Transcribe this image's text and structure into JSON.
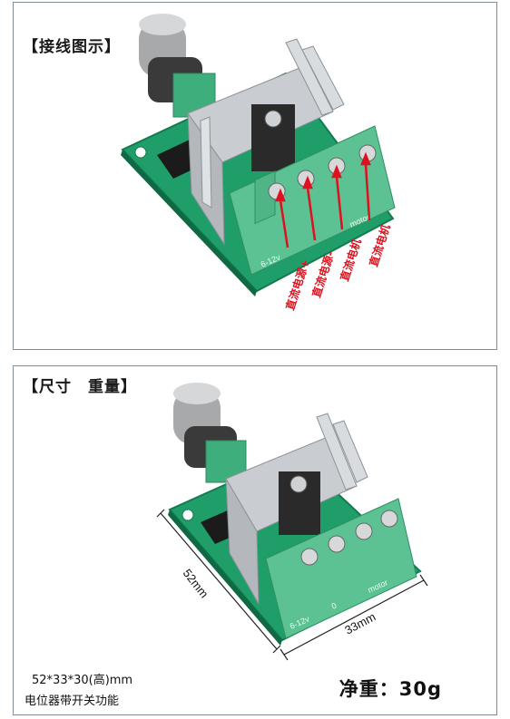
{
  "wiring": {
    "heading": "【接线图示】",
    "labels": [
      "直流电源+",
      "直流电源-",
      "直流电机",
      "直流电机"
    ],
    "board_marks": [
      "6-12v",
      "motor"
    ]
  },
  "size": {
    "heading": "【尺寸　重量】",
    "length_label": "52mm",
    "width_label": "33mm",
    "dimensions_text": "52*33*30(高)mm",
    "feature_text": "电位器带开关功能",
    "weight_text": "净重：30g",
    "board_marks": [
      "6-12v",
      "0",
      "motor"
    ]
  },
  "colors": {
    "pcb": "#1f9e6a",
    "terminal": "#5cc193",
    "heatsink": "#c9cdd1",
    "knob": "#a7a9ab",
    "wire_label": "#e0111f",
    "frame": "#7f8c99"
  }
}
